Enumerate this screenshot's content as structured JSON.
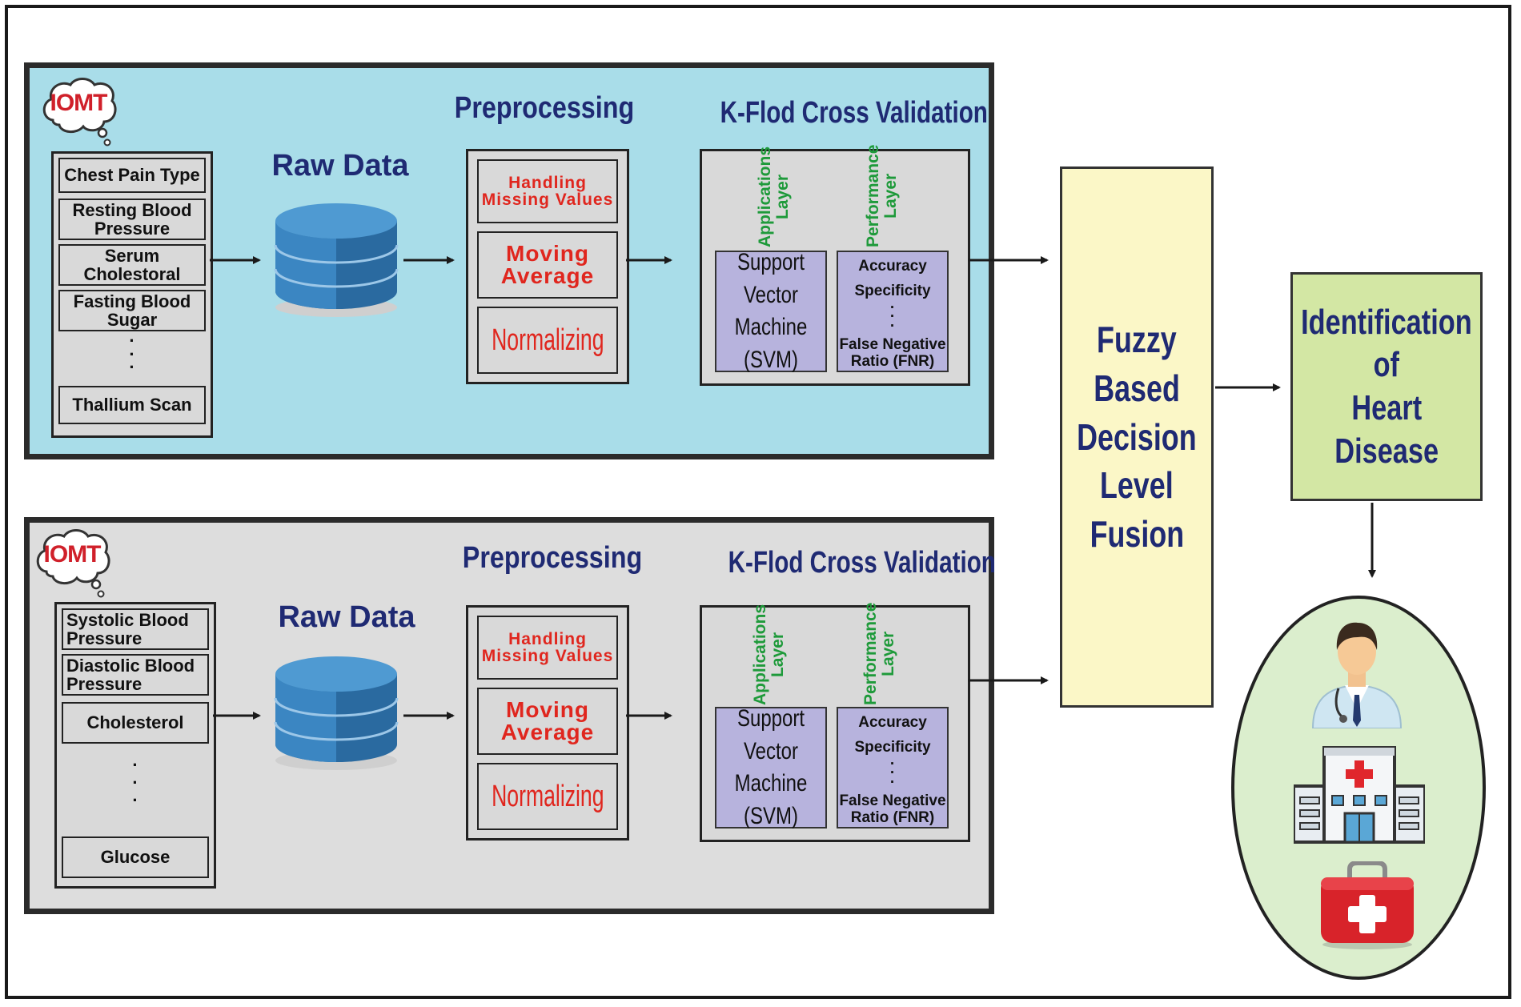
{
  "fusion": [
    "Fuzzy",
    "Based",
    "Decision",
    "Level",
    "Fusion"
  ],
  "identification": [
    "Identification",
    "of",
    "Heart",
    "Disease"
  ],
  "branches": [
    {
      "iomt": "IOMT",
      "features": [
        "Chest Pain Type",
        "Resting Blood Pressure",
        "Serum Cholestoral",
        "Fasting Blood Sugar",
        "Thallium Scan"
      ],
      "raw_data": "Raw Data",
      "preprocessing_title": "Preprocessing",
      "steps": [
        "Handling Missing Values",
        "Moving Average",
        "Normalizing"
      ],
      "kfold_title": "K-Flod Cross Validation",
      "app_layer": [
        "Applications",
        "Layer"
      ],
      "perf_layer": [
        "Performance",
        "Layer"
      ],
      "svm": [
        "Support Vector",
        "Machine",
        "(SVM)"
      ],
      "metrics": [
        "Accuracy",
        "Specificity",
        "False Negative",
        "Ratio (FNR)"
      ]
    },
    {
      "iomt": "IOMT",
      "features": [
        "Systolic Blood Pressure",
        "Diastolic Blood Pressure",
        "Cholesterol",
        "Glucose"
      ],
      "raw_data": "Raw Data",
      "preprocessing_title": "Preprocessing",
      "steps": [
        "Handling Missing Values",
        "Moving Average",
        "Normalizing"
      ],
      "kfold_title": "K-Flod Cross Validation",
      "app_layer": [
        "Applications",
        "Layer"
      ],
      "perf_layer": [
        "Performance",
        "Layer"
      ],
      "svm": [
        "Support Vector",
        "Machine",
        "(SVM)"
      ],
      "metrics": [
        "Accuracy",
        "Specificity",
        "False Negative",
        "Ratio (FNR)"
      ]
    }
  ],
  "outcome_icons": [
    "doctor-icon",
    "hospital-icon",
    "first-aid-kit-icon"
  ],
  "colors": {
    "panel_top": "#a9dde9",
    "panel_bottom": "#dddddd",
    "fusion": "#fbf7c7",
    "identification": "#d3e7a4",
    "oval": "#dbeecd",
    "navy": "#1f2a73",
    "red": "#e0261e",
    "green": "#1e9a3a",
    "purple": "#b7b3dd"
  }
}
